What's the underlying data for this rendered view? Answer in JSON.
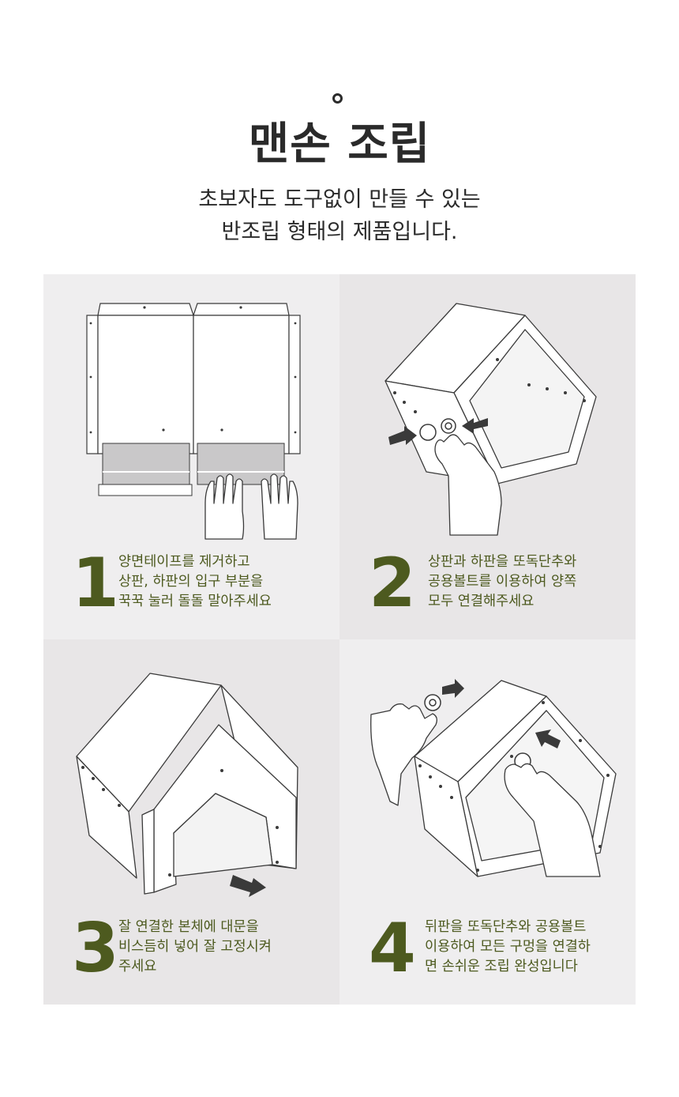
{
  "header": {
    "title": "맨손 조립",
    "subtitle_lines": [
      "초보자도 도구없이 만들 수 있는",
      "반조립 형태의 제품입니다."
    ]
  },
  "steps": [
    {
      "number": "1",
      "lines": [
        "양면테이프를 제거하고",
        "상판, 하판의 입구 부분을",
        "꾹꾹 눌러 돌돌 말아주세요"
      ]
    },
    {
      "number": "2",
      "lines": [
        "상판과 하판을 또독단추와",
        "공용볼트를 이용하여 양쪽",
        "모두 연결해주세요"
      ]
    },
    {
      "number": "3",
      "lines": [
        "잘 연결한 본체에 대문을",
        "비스듬히 넣어 잘 고정시켜",
        "주세요"
      ]
    },
    {
      "number": "4",
      "lines": [
        "뒤판을 또독단추와 공용볼트",
        "이용하여 모든 구멍을 연결하",
        "면 손쉬운 조립 완성입니다"
      ]
    }
  ],
  "colors": {
    "accent_green": "#4d5a1f",
    "panel_light": "#efeeef",
    "panel_dark": "#e8e6e7",
    "text_dark": "#2a2a2a"
  }
}
